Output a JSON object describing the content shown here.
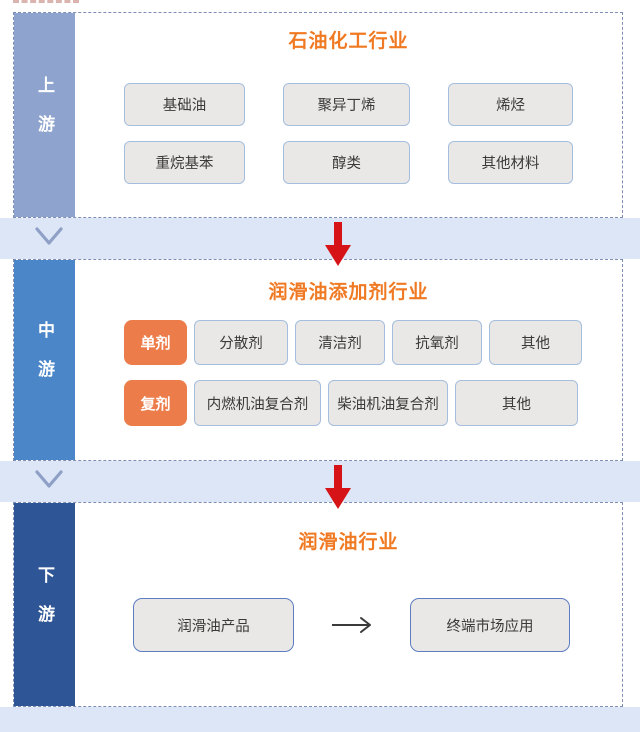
{
  "diagram": {
    "type": "industry-chain-flow",
    "orientation": "top-down"
  },
  "colors": {
    "accent_orange": "#f07a23",
    "tag_orange": "#ec7c4a",
    "red_arrow": "#d61418",
    "band_blue": "#dce6f6",
    "box_fill": "#eae8e6",
    "box_border_light": "#a5bede",
    "flow_box_border": "#5d7dc1",
    "chevron_gray_blue": "#8ea0c6",
    "flow_arrow_dark": "#3b3b3b",
    "dashed_border": "#7d8db3"
  },
  "sections": [
    {
      "stage_label": "上游",
      "stage_color": "#8ea3ce",
      "title": "石油化工行业",
      "rows": [
        {
          "items": [
            "基础油",
            "聚异丁烯",
            "烯烃"
          ]
        },
        {
          "items": [
            "重烷基苯",
            "醇类",
            "其他材料"
          ]
        }
      ]
    },
    {
      "stage_label": "中游",
      "stage_color": "#4a86c8",
      "title": "润滑油添加剂行业",
      "rows": [
        {
          "tag": "单剂",
          "items": [
            "分散剂",
            "清洁剂",
            "抗氧剂",
            "其他"
          ]
        },
        {
          "tag": "复剂",
          "items": [
            "内燃机油复合剂",
            "柴油机油复合剂",
            "其他"
          ]
        }
      ]
    },
    {
      "stage_label": "下游",
      "stage_color": "#2e5596",
      "title": "润滑油行业",
      "flow": {
        "from": "润滑油产品",
        "to": "终端市场应用"
      }
    }
  ]
}
